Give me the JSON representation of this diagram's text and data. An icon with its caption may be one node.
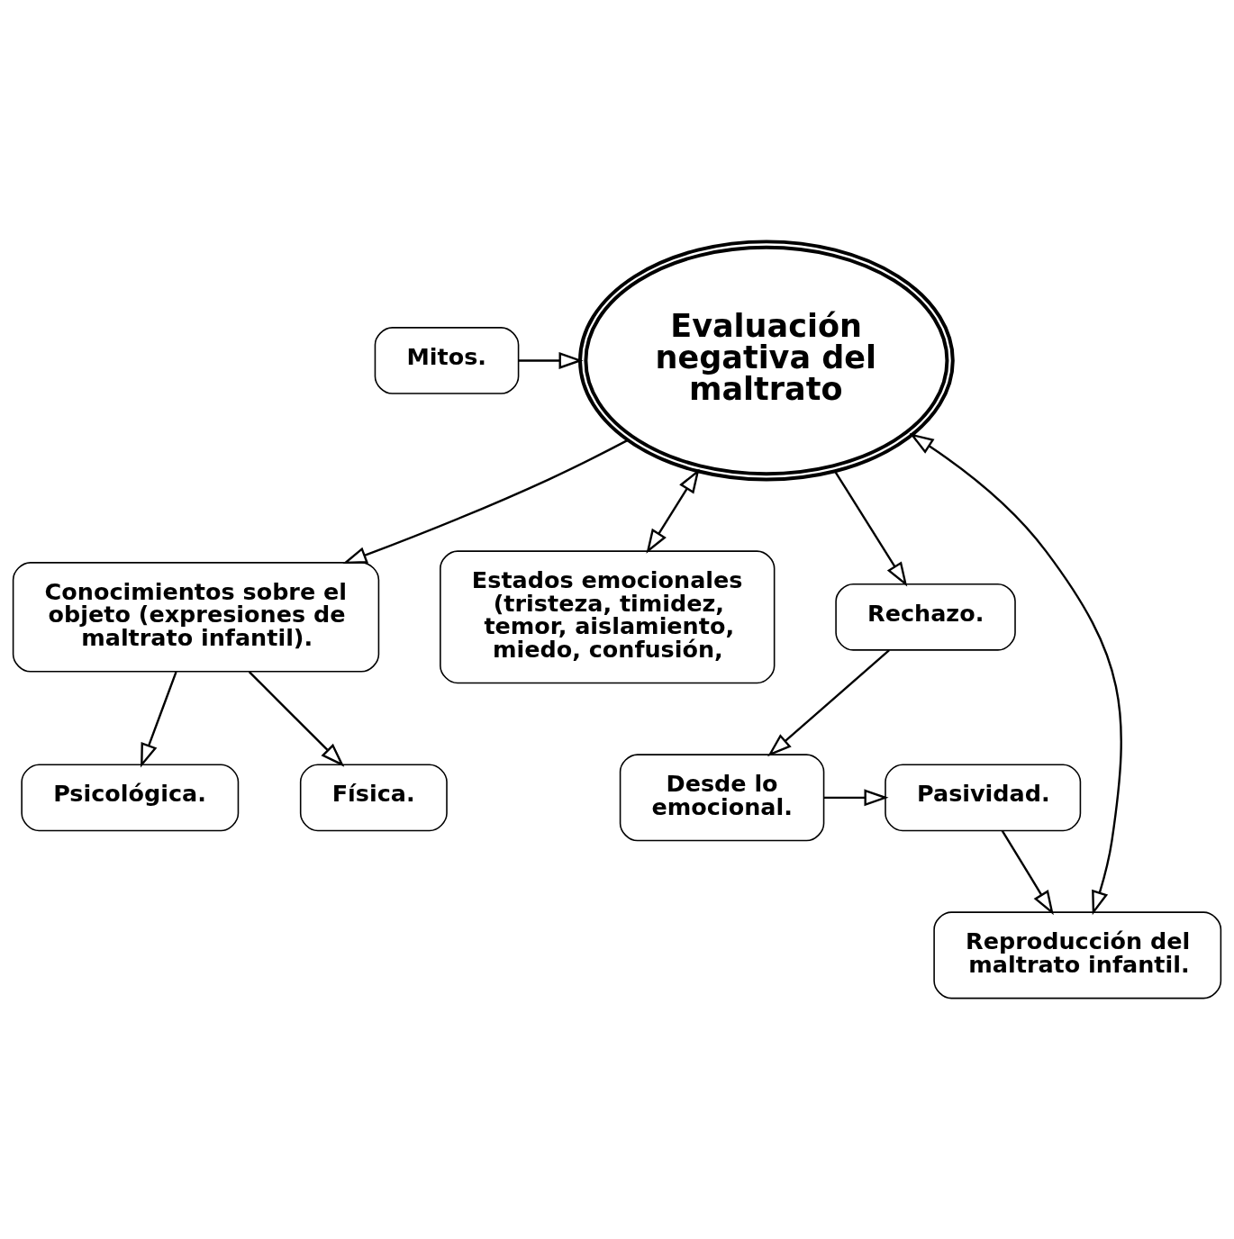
{
  "diagram": {
    "nodes": [
      {
        "text": [
          "Conocimientos sobre el objeto (expresiones de maltrato infantil)."
        ]
      },
      {
        "text": [
          "Psicológica."
        ]
      },
      {
        "text": [
          "Física."
        ]
      },
      {
        "text": [
          "Estados emocionales (tristeza, timidez, temor, aislamiento, miedo, confusión,"
        ]
      },
      {
        "text": [
          "Evaluación negativa del maltrato"
        ]
      },
      {
        "text": [
          "Mitos."
        ]
      },
      {
        "text": [
          "Rechazo."
        ]
      },
      {
        "text": [
          "Desde lo emocional."
        ]
      },
      {
        "text": [
          "Reproducción del maltrato infantil."
        ]
      },
      {
        "text": [
          "Pasividad."
        ]
      }
    ],
    "edges": [
      {
        "from": 0,
        "to": 1,
        "arrow": "to"
      },
      {
        "from": 0,
        "to": 2,
        "arrow": "to"
      },
      {
        "from": 4,
        "to": 0,
        "arrow": "to"
      },
      {
        "from": 4,
        "to": 3,
        "arrow": "both"
      },
      {
        "from": 5,
        "to": 4,
        "arrow": "to"
      },
      {
        "from": 4,
        "to": 6,
        "arrow": "to"
      },
      {
        "from": 4,
        "to": 8,
        "arrow": "both"
      },
      {
        "from": 6,
        "to": 7,
        "arrow": "to"
      },
      {
        "from": 7,
        "to": 9,
        "arrow": "to"
      },
      {
        "from": 9,
        "to": 8,
        "arrow": "to"
      }
    ]
  }
}
